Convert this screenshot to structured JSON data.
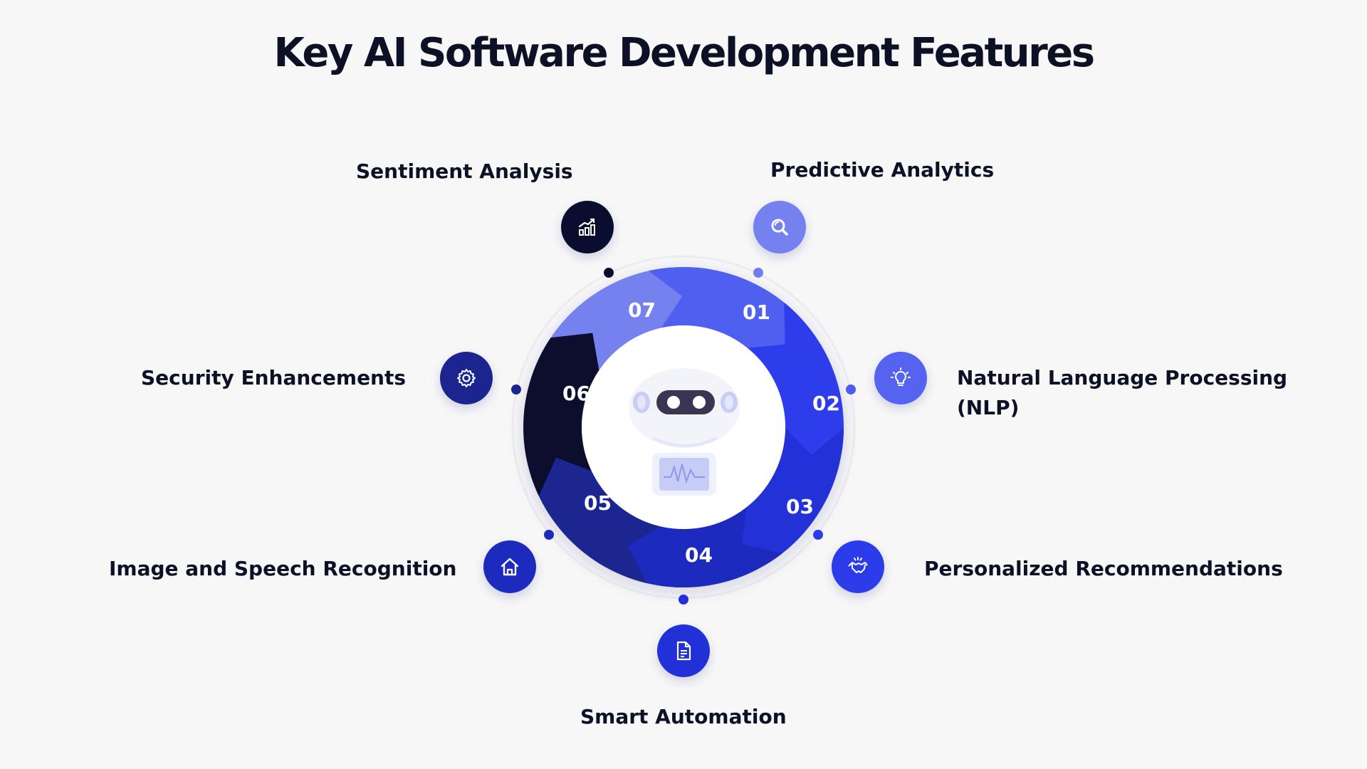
{
  "title": "Key AI Software Development Features",
  "colors": {
    "background": "#f7f7f8",
    "title": "#0d1126",
    "seg01": "#7481ee",
    "seg02": "#4f5ff0",
    "seg03": "#2d3ceb",
    "seg04": "#2230d7",
    "seg05": "#1c2bbd",
    "seg06": "#1b2590",
    "seg07": "#0a0e2e"
  },
  "features": [
    {
      "number": "01",
      "label": "Predictive Analytics",
      "icon": "search-icon"
    },
    {
      "number": "02",
      "label": "Natural Language Processing (NLP)",
      "label_line1": "Natural Language Processing",
      "label_line2": "(NLP)",
      "icon": "lightbulb-icon"
    },
    {
      "number": "03",
      "label": "Personalized Recommendations",
      "icon": "handshake-icon"
    },
    {
      "number": "04",
      "label": "Smart Automation",
      "icon": "document-icon"
    },
    {
      "number": "05",
      "label": "Image and Speech Recognition",
      "icon": "home-icon"
    },
    {
      "number": "06",
      "label": "Security Enhancements",
      "icon": "gear-icon"
    },
    {
      "number": "07",
      "label": "Sentiment Analysis",
      "icon": "growth-chart-icon"
    }
  ],
  "center_icon": "robot-icon"
}
